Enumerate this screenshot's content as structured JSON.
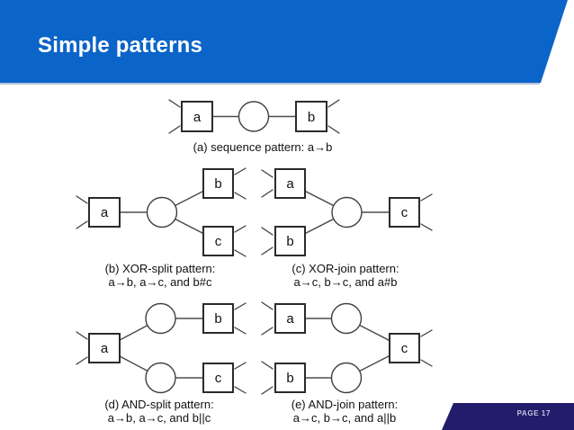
{
  "header": {
    "title": "Simple patterns"
  },
  "footer": {
    "page_label": "PAGE 17"
  },
  "colors": {
    "header_blue": "#0b64c8",
    "footer_navy": "#211d6b",
    "diagram_stroke": "#2b2b2b",
    "title_text": "#ffffff"
  },
  "patterns": {
    "a": {
      "caption": "(a) sequence pattern: a→b",
      "nodes": {
        "src": "a",
        "dst": "b"
      }
    },
    "b": {
      "caption1": "(b) XOR-split pattern:",
      "caption2": "a→b, a→c, and b#c",
      "nodes": {
        "src": "a",
        "top": "b",
        "bottom": "c"
      }
    },
    "c": {
      "caption1": "(c) XOR-join pattern:",
      "caption2": "a→c, b→c, and a#b",
      "nodes": {
        "top": "a",
        "bottom": "b",
        "dst": "c"
      }
    },
    "d": {
      "caption1": "(d) AND-split pattern:",
      "caption2": "a→b, a→c, and b||c",
      "nodes": {
        "src": "a",
        "top": "b",
        "bottom": "c"
      }
    },
    "e": {
      "caption1": "(e) AND-join pattern:",
      "caption2": "a→c, b→c, and a||b",
      "nodes": {
        "top": "a",
        "bottom": "b",
        "dst": "c"
      }
    }
  }
}
